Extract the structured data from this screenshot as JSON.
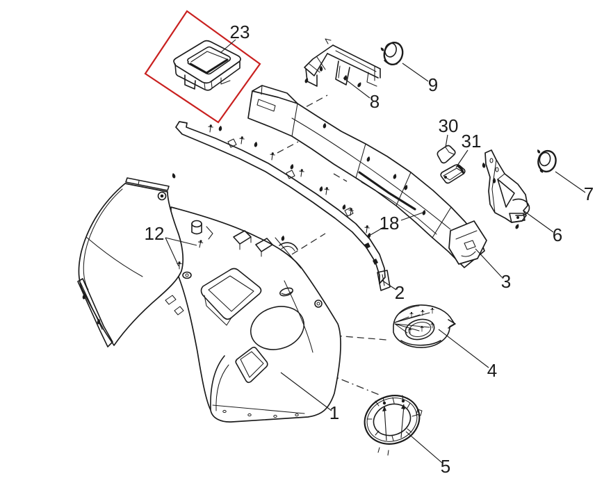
{
  "colors": {
    "background": "#ffffff",
    "line": "#1b1b1b",
    "highlight": "#c9201f"
  },
  "highlight": {
    "selected_part": "23"
  },
  "labels": {
    "part_1": "1",
    "part_2": "2",
    "part_3": "3",
    "part_4": "4",
    "part_5": "5",
    "part_6": "6",
    "part_7": "7",
    "part_8": "8",
    "part_9": "9",
    "part_12": "12",
    "part_18": "18",
    "part_23": "23",
    "part_30": "30",
    "part_31": "31"
  }
}
